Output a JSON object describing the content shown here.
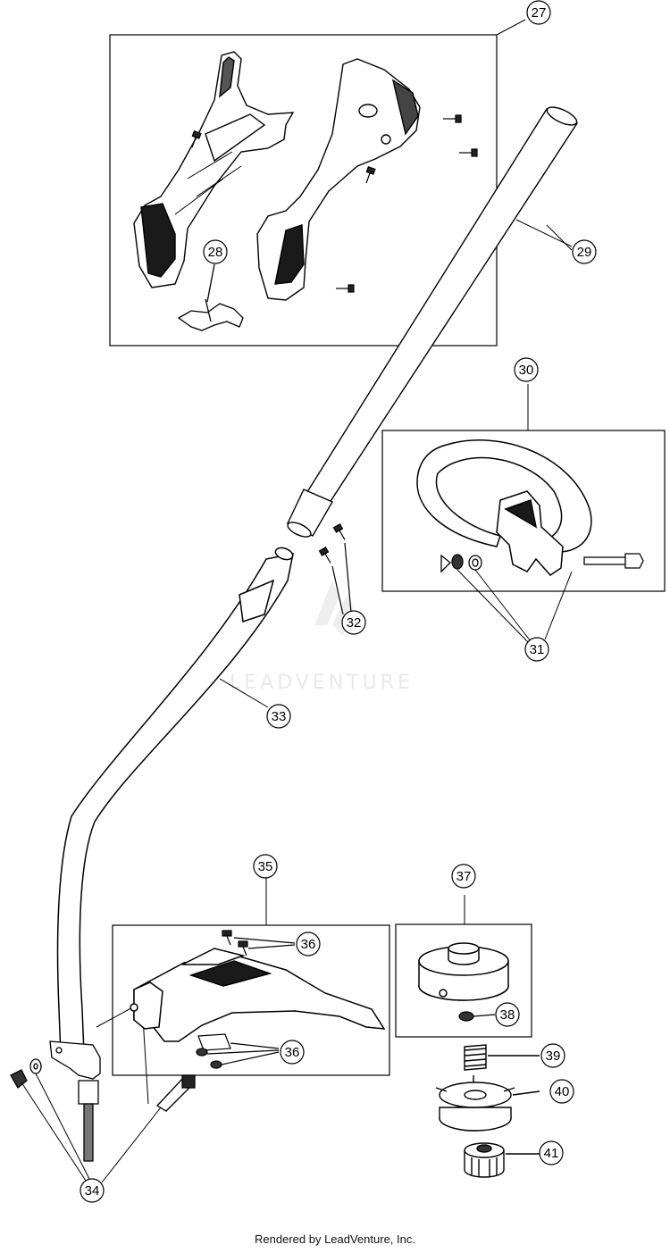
{
  "callouts": {
    "c27": "27",
    "c28": "28",
    "c29": "29",
    "c30": "30",
    "c31": "31",
    "c32": "32",
    "c33": "33",
    "c34": "34",
    "c35": "35",
    "c36a": "36",
    "c36b": "36",
    "c37": "37",
    "c38": "38",
    "c39": "39",
    "c40": "40",
    "c41": "41"
  },
  "watermark": "LEADVENTURE",
  "footer": "Rendered by LeadVenture, Inc."
}
